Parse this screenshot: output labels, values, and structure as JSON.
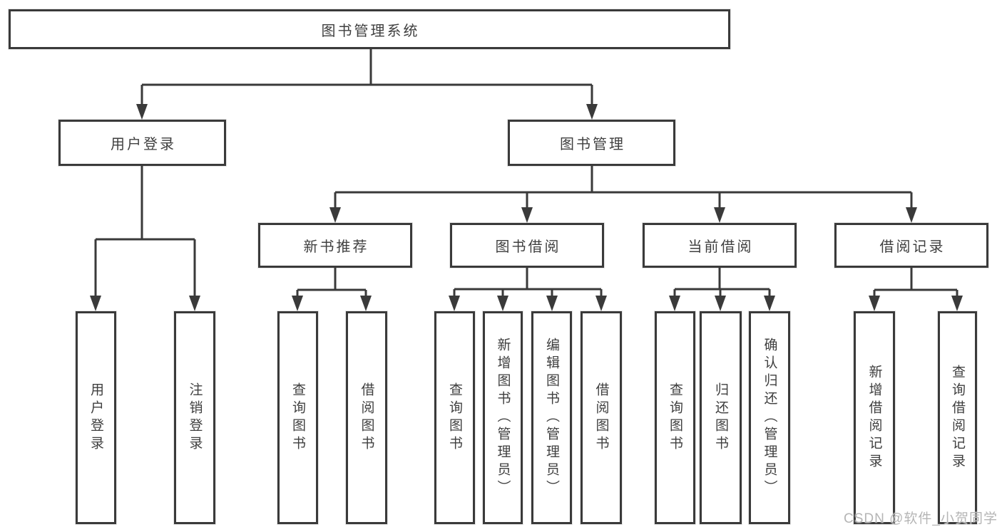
{
  "diagram": {
    "root": "图书管理系统",
    "user_branch": {
      "label": "用户登录",
      "children": [
        "用户登录",
        "注销登录"
      ]
    },
    "book_branch": {
      "label": "图书管理",
      "groups": [
        {
          "label": "新书推荐",
          "children": [
            "查询图书",
            "借阅图书"
          ]
        },
        {
          "label": "图书借阅",
          "children": [
            "查询图书",
            "新增图书（管理员）",
            "编辑图书（管理员）",
            "借阅图书"
          ]
        },
        {
          "label": "当前借阅",
          "children": [
            "查询图书",
            "归还图书",
            "确认归还（管理员）"
          ]
        },
        {
          "label": "借阅记录",
          "children": [
            "新增借阅记录",
            "查询借阅记录"
          ]
        }
      ]
    },
    "watermark": "CSDN @软件_小贺同学",
    "colors": {
      "line": "#3a3a3a",
      "text": "#3f3f3f",
      "watermark": "#b5b5b5",
      "background": "#ffffff"
    }
  }
}
